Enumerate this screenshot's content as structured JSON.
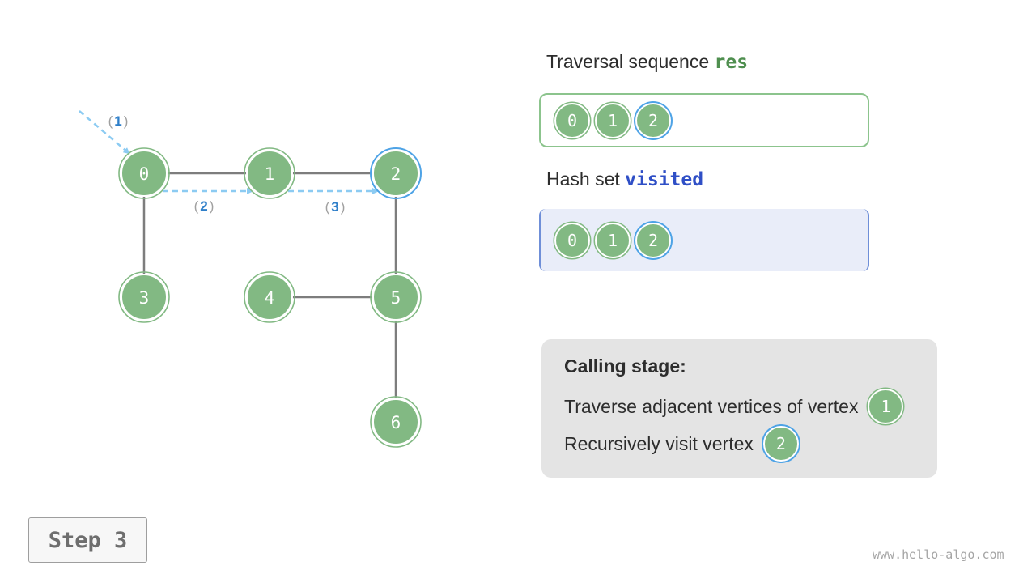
{
  "graph": {
    "nodes": [
      {
        "id": "n0",
        "label": "0",
        "active": false
      },
      {
        "id": "n1",
        "label": "1",
        "active": false
      },
      {
        "id": "n2",
        "label": "2",
        "active": true
      },
      {
        "id": "n3",
        "label": "3",
        "active": false
      },
      {
        "id": "n4",
        "label": "4",
        "active": false
      },
      {
        "id": "n5",
        "label": "5",
        "active": false
      },
      {
        "id": "n6",
        "label": "6",
        "active": false
      }
    ],
    "edges": [
      [
        "0",
        "1"
      ],
      [
        "1",
        "2"
      ],
      [
        "0",
        "3"
      ],
      [
        "2",
        "5"
      ],
      [
        "4",
        "5"
      ],
      [
        "5",
        "6"
      ]
    ],
    "traversal_steps": [
      {
        "number": "1",
        "from": "start",
        "to": "0"
      },
      {
        "number": "2",
        "from": "0",
        "to": "1"
      },
      {
        "number": "3",
        "from": "1",
        "to": "2"
      }
    ],
    "paren_open": "(",
    "paren_close": ")"
  },
  "res": {
    "title_text": "Traversal sequence ",
    "title_code": "res",
    "items": [
      {
        "label": "0",
        "active": false
      },
      {
        "label": "1",
        "active": false
      },
      {
        "label": "2",
        "active": true
      }
    ]
  },
  "visited": {
    "title_text": "Hash set ",
    "title_code": "visited",
    "items": [
      {
        "label": "0",
        "active": false
      },
      {
        "label": "1",
        "active": false
      },
      {
        "label": "2",
        "active": true
      }
    ]
  },
  "stage": {
    "title": "Calling stage:",
    "line1_text": "Traverse adjacent vertices of vertex",
    "line1_vertex": "1",
    "line2_text": "Recursively visit vertex",
    "line2_vertex": "2"
  },
  "step_label": "Step 3",
  "watermark": "www.hello-algo.com",
  "colors": {
    "node_fill": "#82b983",
    "active_ring": "#4ea3e6",
    "arrow": "#8ccbf2",
    "res_code": "#4f8f4f",
    "visited_code": "#2f4fc6",
    "visited_bg": "#e9edf9",
    "panel_bg": "#e4e4e4"
  }
}
